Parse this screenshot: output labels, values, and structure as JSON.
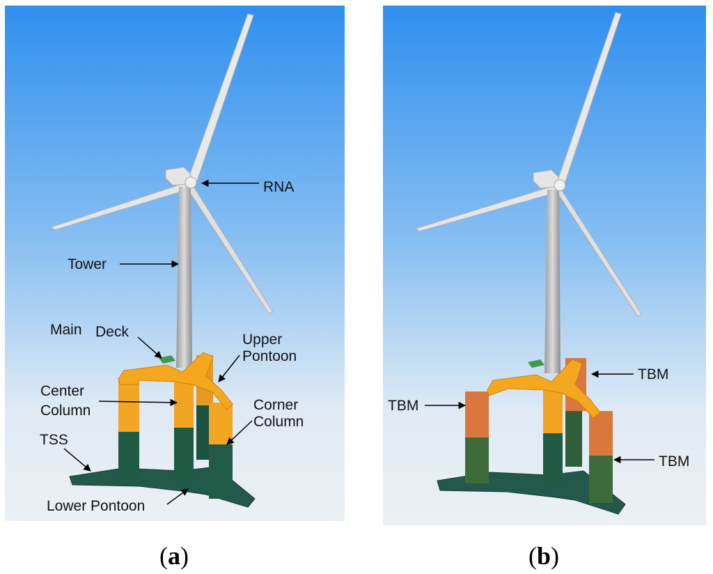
{
  "panels": [
    {
      "id": "a",
      "caption_open": "(",
      "caption_letter": "a",
      "caption_close": ")",
      "labels": {
        "rna": "RNA",
        "tower": "Tower",
        "main_deck_1": "Main",
        "main_deck_2": "Deck",
        "upper_pontoon_1": "Upper",
        "upper_pontoon_2": "Pontoon",
        "center_column_1": "Center",
        "center_column_2": "Column",
        "corner_column_1": "Corner",
        "corner_column_2": "Column",
        "tss": "TSS",
        "lower_pontoon": "Lower Pontoon"
      }
    },
    {
      "id": "b",
      "caption_open": "(",
      "caption_letter": "b",
      "caption_close": ")",
      "labels": {
        "tbm_top": "TBM",
        "tbm_left": "TBM",
        "tbm_right": "TBM"
      }
    }
  ],
  "colors": {
    "sky_top": "#2f8fee",
    "sky_bottom": "#e8eef4",
    "yellow": "#f2a623",
    "green": "#1f5a43",
    "orange": "#d97a3c",
    "turbine": "#c9c9c9"
  }
}
